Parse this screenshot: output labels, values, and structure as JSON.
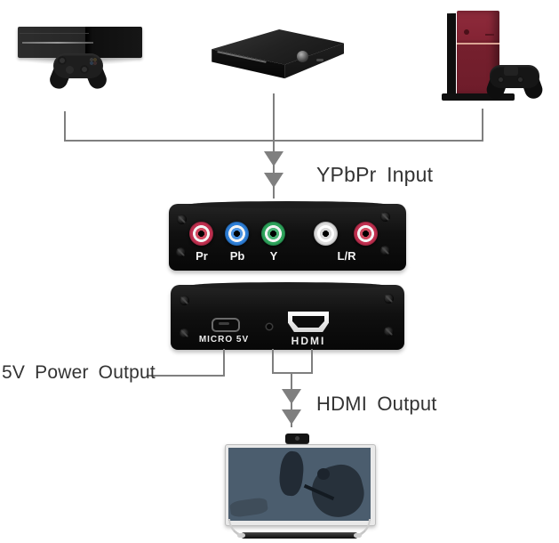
{
  "labels": {
    "ypbpr_input": "YPbPr Input",
    "power_output": "5V Power Output",
    "hdmi_output": "HDMI Output"
  },
  "converter": {
    "front_port_labels": [
      "Pr",
      "Pb",
      "Y",
      "L/R"
    ],
    "front_port_colors": [
      "#c13050",
      "#2e7fd8",
      "#2ea45c",
      "#dedede",
      "#c13050"
    ],
    "rear_port_labels": {
      "power": "MICRO 5V",
      "hdmi": "HDMI"
    }
  },
  "icons": {
    "source_devices": [
      "xbox-one-console-icon",
      "dvd-player-icon",
      "ps4-console-icon"
    ],
    "output_device": "tv-icon",
    "flow_arrows": [
      "double-arrow-down-icon",
      "double-arrow-down-icon"
    ]
  },
  "colors": {
    "line": "#7f7f7f",
    "label_text": "#333333",
    "converter_body": "#141414",
    "ps4_body": "#7c2231",
    "port_red": "#c13050",
    "port_blue": "#2e7fd8",
    "port_green": "#2ea45c",
    "port_white": "#dedede"
  }
}
